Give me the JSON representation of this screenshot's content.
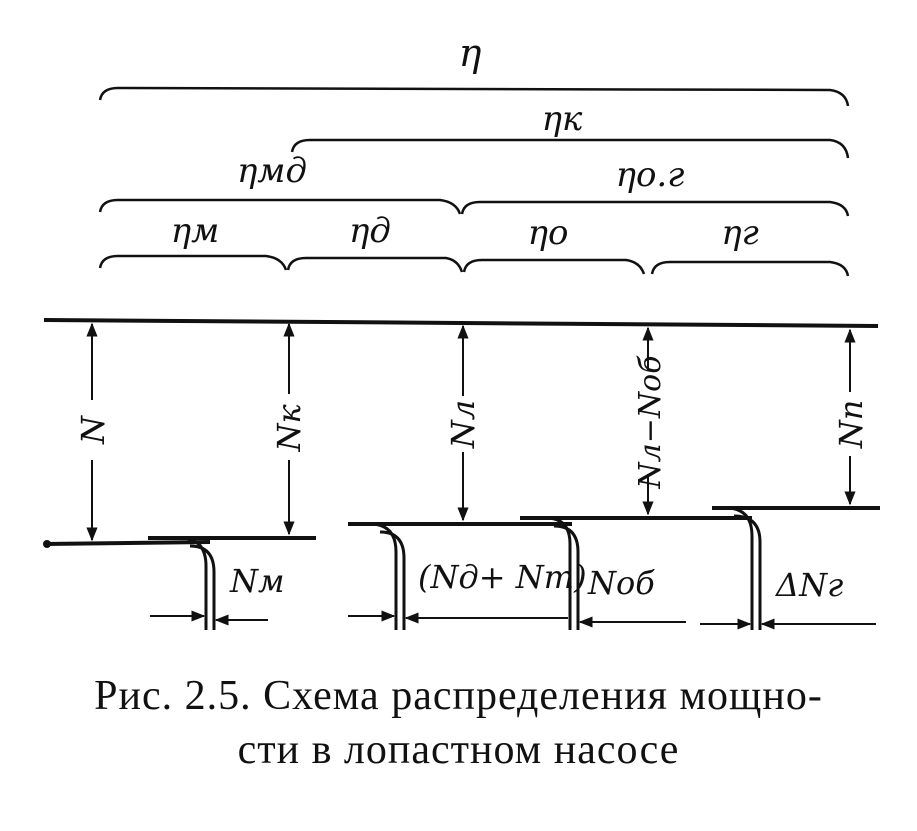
{
  "labels": {
    "eta": "η",
    "eta_k": "ηк",
    "eta_md": "ηмд",
    "eta_og": "ηо.г",
    "eta_m": "ηм",
    "eta_d": "ηд",
    "eta_o": "ηо",
    "eta_g": "ηг"
  },
  "flows": {
    "n": "N",
    "n_k": "Nк",
    "n_l": "Nл",
    "n_l_minus_nob": "Nл−Nоб",
    "n_p": "Nп"
  },
  "losses": {
    "n_m": "Nм",
    "n_d_nt": "(Nд+ Nт)",
    "n_ob": "Nоб",
    "delta_n_g": "ΔNг"
  },
  "caption": {
    "line1": "Рис. 2.5. Схема распределения мощно-",
    "line2": "сти в лопастном насосе"
  }
}
